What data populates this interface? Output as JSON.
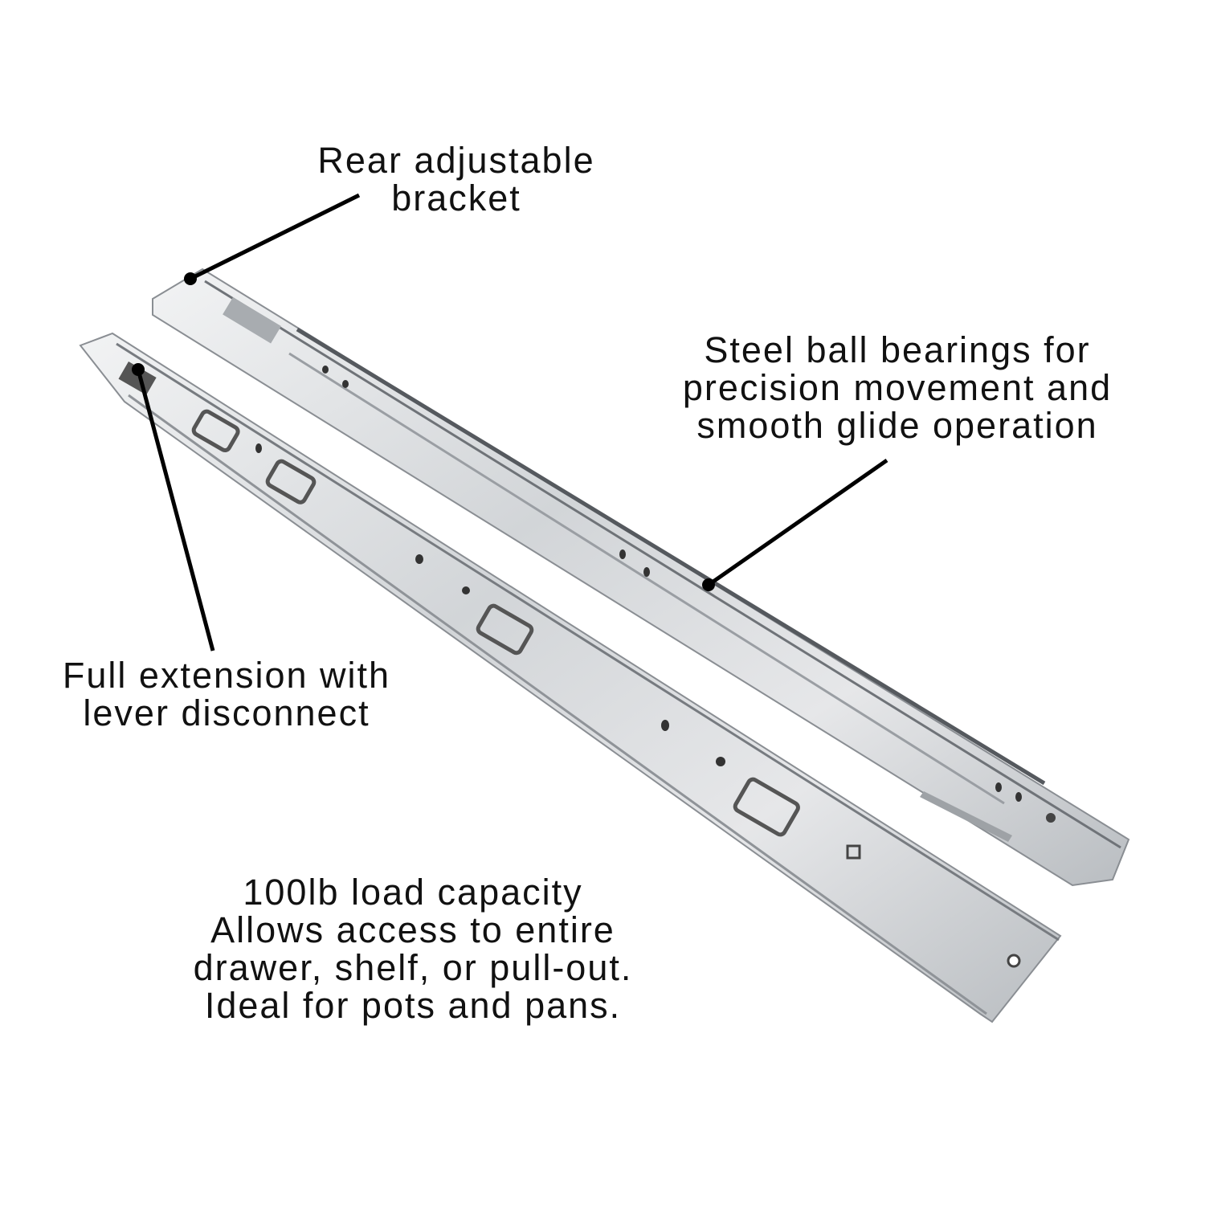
{
  "callouts": {
    "rear_bracket": {
      "lines": [
        "Rear adjustable",
        "bracket"
      ]
    },
    "ball_bearings": {
      "lines": [
        "Steel ball bearings for",
        "precision movement and",
        "smooth glide operation"
      ]
    },
    "full_extension": {
      "lines": [
        "Full extension with",
        "lever disconnect"
      ]
    },
    "load_capacity": {
      "lines": [
        "100lb load capacity",
        "Allows access to entire",
        "drawer, shelf, or pull-out.",
        "Ideal for pots and pans."
      ]
    }
  },
  "colors": {
    "text": "#111111",
    "rail_light": "#e4e6e8",
    "rail_mid": "#c3c6c9",
    "rail_dark": "#7d8186",
    "callout": "#000000"
  }
}
